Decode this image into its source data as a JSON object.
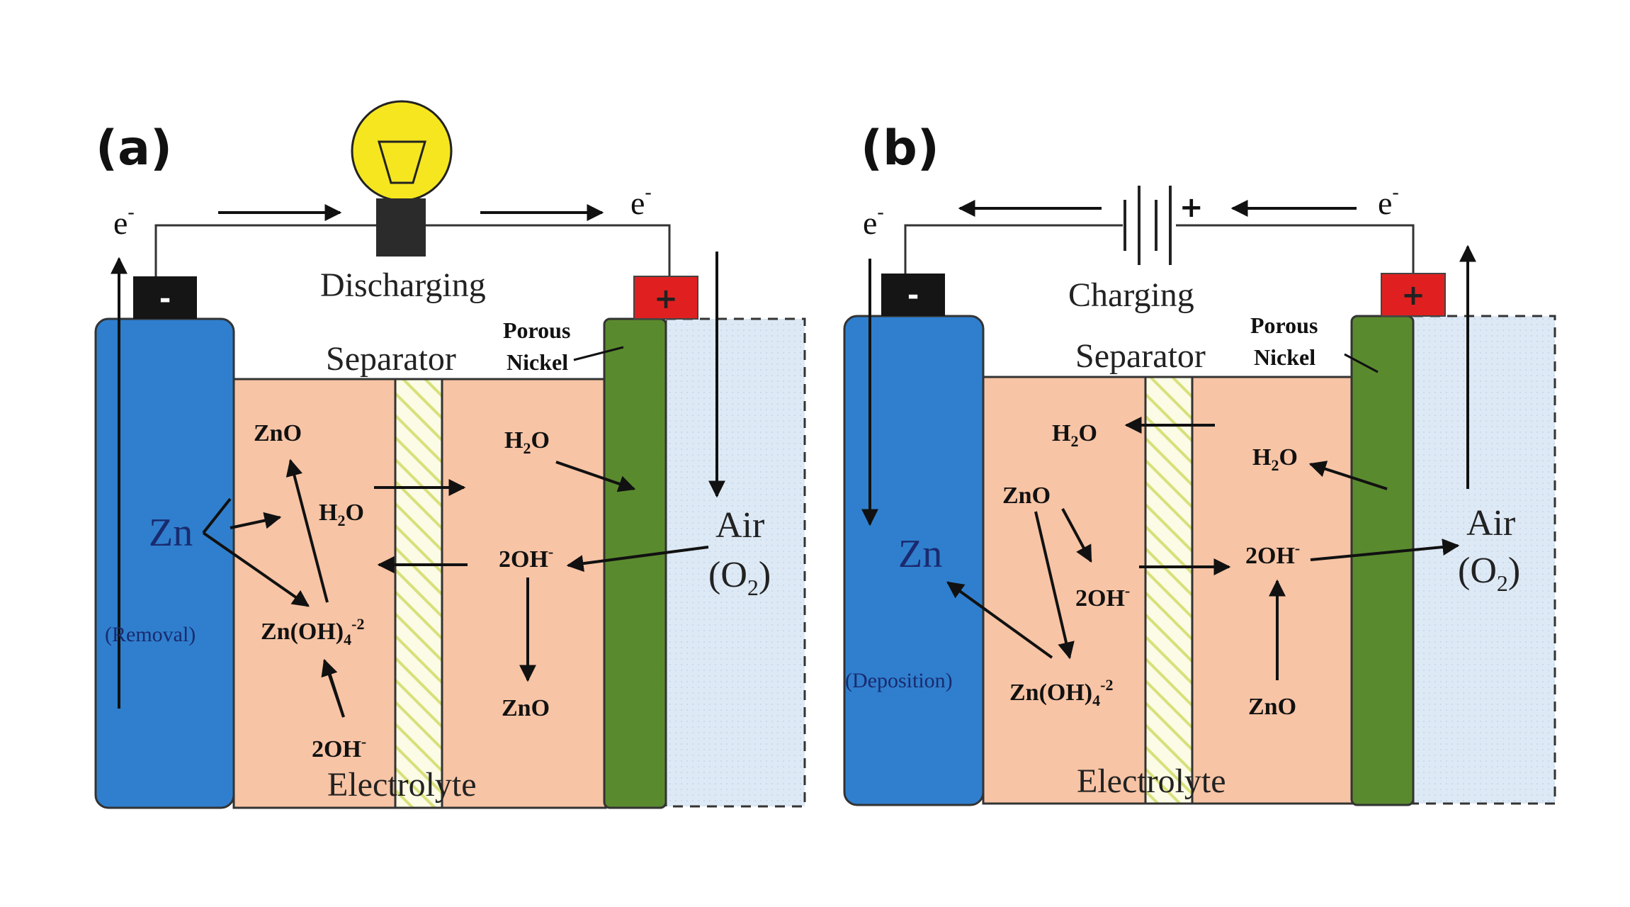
{
  "panel_a": {
    "label": "(a)",
    "mode": "Discharging",
    "separator": "Separator",
    "porous_nickel_line1": "Porous",
    "porous_nickel_line2": "Nickel",
    "electrolyte": "Electrolyte",
    "electron_left": "e",
    "electron_right": "e",
    "electron_sup": "-",
    "neg_terminal": "-",
    "pos_terminal": "+",
    "zn": "Zn",
    "zn_note": "(Removal)",
    "air": "Air",
    "o2": "(O",
    "o2_sub": "2",
    "o2_close": ")",
    "species": {
      "zno_top": "ZnO",
      "h2o_left_a": "H",
      "h2o_left_b": "2",
      "h2o_left_c": "O",
      "zincate_a": "Zn(OH)",
      "zincate_sub": "4",
      "zincate_sup": "-2",
      "oh_bottom": "2OH",
      "oh_sup": "-",
      "h2o_right_a": "H",
      "h2o_right_b": "2",
      "h2o_right_c": "O",
      "oh_right": "2OH",
      "zno_right": "ZnO"
    }
  },
  "panel_b": {
    "label": "(b)",
    "mode": "Charging",
    "separator": "Separator",
    "porous_nickel_line1": "Porous",
    "porous_nickel_line2": "Nickel",
    "electrolyte": "Electrolyte",
    "electron_left": "e",
    "electron_right": "e",
    "electron_sup": "-",
    "neg_terminal": "-",
    "pos_terminal": "+",
    "source_plus": "+",
    "zn": "Zn",
    "zn_note": "(Deposition)",
    "air": "Air",
    "o2": "(O",
    "o2_sub": "2",
    "o2_close": ")",
    "species": {
      "h2o_left_a": "H",
      "h2o_left_b": "2",
      "h2o_left_c": "O",
      "zno_left": "ZnO",
      "oh_left": "2OH",
      "oh_sup": "-",
      "zincate_a": "Zn(OH)",
      "zincate_sub": "4",
      "zincate_sup": "-2",
      "h2o_right_a": "H",
      "h2o_right_b": "2",
      "h2o_right_c": "O",
      "oh_right": "2OH",
      "zno_right": "ZnO"
    }
  },
  "colors": {
    "zinc_electrode": "#2f7fce",
    "electrolyte": "#f7c4a5",
    "nickel_electrode": "#5a8a2e",
    "air_region": "#dbe8f5",
    "negative_terminal": "#151515",
    "positive_terminal": "#e02020",
    "bulb": "#f5e620"
  }
}
